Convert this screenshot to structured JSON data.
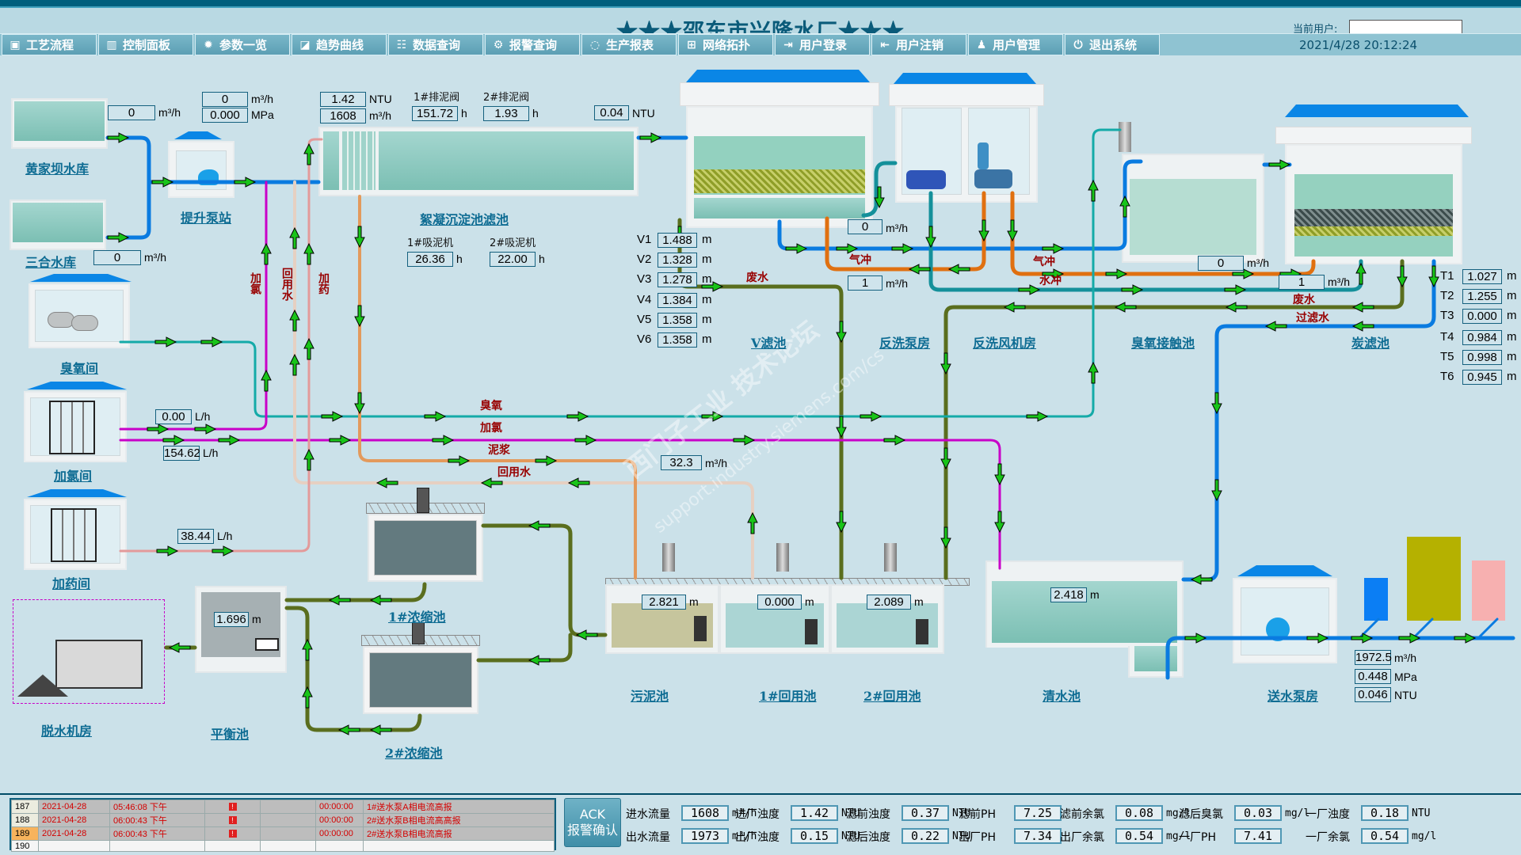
{
  "header": {
    "title": "★★★邵东市兴隆水厂★★★",
    "current_user_label": "当前用户:",
    "current_user_value": "",
    "datetime": "2021/4/28 20:12:24"
  },
  "nav": [
    {
      "label": "工艺流程",
      "icon": "image-icon"
    },
    {
      "label": "控制面板",
      "icon": "panel-icon"
    },
    {
      "label": "参数一览",
      "icon": "gear-icon"
    },
    {
      "label": "趋势曲线",
      "icon": "chart-icon"
    },
    {
      "label": "数据查询",
      "icon": "database-icon"
    },
    {
      "label": "报警查询",
      "icon": "alarm-icon"
    },
    {
      "label": "生产报表",
      "icon": "report-icon"
    },
    {
      "label": "网络拓扑",
      "icon": "network-icon"
    },
    {
      "label": "用户登录",
      "icon": "login-icon"
    },
    {
      "label": "用户注销",
      "icon": "logout-icon"
    },
    {
      "label": "用户管理",
      "icon": "user-manage-icon"
    },
    {
      "label": "退出系统",
      "icon": "power-icon"
    }
  ],
  "stations": {
    "huangjiaba": {
      "name": "黄家坝水库",
      "flow": "0",
      "flow_unit": "m³/h"
    },
    "sanhe": {
      "name": "三合水库",
      "flow": "0",
      "flow_unit": "m³/h"
    },
    "lift_pump": {
      "name": "提升泵站",
      "flow": "0",
      "flow_unit": "m³/h",
      "pressure": "0.000",
      "pressure_unit": "MPa"
    },
    "sedimentation": {
      "name": "絮凝沉淀池滤池",
      "turbidity": "1.42",
      "turbidity_unit": "NTU",
      "flow": "1608",
      "flow_unit": "m³/h",
      "valve1_label": "1#排泥阀",
      "valve1_hours": "151.72",
      "valve2_label": "2#排泥阀",
      "valve2_hours": "1.93",
      "suction1_label": "1#吸泥机",
      "suction1_hours": "26.36",
      "suction2_label": "2#吸泥机",
      "suction2_hours": "22.00",
      "hour_unit": "h",
      "out_turbidity": "0.04"
    },
    "v_filter": {
      "name": "V滤池",
      "levels": [
        {
          "label": "V1",
          "value": "1.488"
        },
        {
          "label": "V2",
          "value": "1.328"
        },
        {
          "label": "V3",
          "value": "1.278"
        },
        {
          "label": "V4",
          "value": "1.384"
        },
        {
          "label": "V5",
          "value": "1.358"
        },
        {
          "label": "V6",
          "value": "1.358"
        }
      ],
      "unit": "m"
    },
    "backwash_pump": {
      "name": "反洗泵房",
      "flow": "0",
      "flow_unit": "m³/h",
      "air_flow": "1",
      "air_flow_unit": "m³/h"
    },
    "backwash_blower": {
      "name": "反洗风机房"
    },
    "ozone_contact": {
      "name": "臭氧接触池",
      "flow": "0",
      "flow_unit": "m³/h"
    },
    "carbon_filter": {
      "name": "炭滤池",
      "flow": "1",
      "flow_unit": "m³/h",
      "levels": [
        {
          "label": "T1",
          "value": "1.027"
        },
        {
          "label": "T2",
          "value": "1.255"
        },
        {
          "label": "T3",
          "value": "0.000"
        },
        {
          "label": "T4",
          "value": "0.984"
        },
        {
          "label": "T5",
          "value": "0.998"
        },
        {
          "label": "T6",
          "value": "0.945"
        }
      ],
      "unit": "m"
    },
    "ozone_room": {
      "name": "臭氧间"
    },
    "chlorine_room": {
      "name": "加氯间",
      "flow1": "0.00",
      "flow2": "154.62",
      "unit": "L/h"
    },
    "dosing_room": {
      "name": "加药间",
      "flow": "38.44",
      "unit": "L/h"
    },
    "sludge_pump": {
      "flow": "32.3",
      "flow_unit": "m³/h"
    },
    "thickener1": {
      "name": "1#浓缩池"
    },
    "thickener2": {
      "name": "2#浓缩池"
    },
    "balance": {
      "name": "平衡池",
      "level": "1.696",
      "unit": "m"
    },
    "dewatering": {
      "name": "脱水机房"
    },
    "sludge_pool": {
      "name": "污泥池",
      "level": "2.821",
      "unit": "m"
    },
    "reuse1": {
      "name": "1#回用池",
      "level": "0.000",
      "unit": "m"
    },
    "reuse2": {
      "name": "2#回用池",
      "level": "2.089",
      "unit": "m"
    },
    "clear_water": {
      "name": "清水池",
      "level": "2.418",
      "unit": "m"
    },
    "supply_pump": {
      "name": "送水泵房",
      "flow": "1972.5",
      "flow_unit": "m³/h",
      "pressure": "0.448",
      "pressure_unit": "MPa",
      "turbidity": "0.046",
      "turbidity_unit": "NTU"
    }
  },
  "pipe_labels": {
    "ozone": "臭氧",
    "chlorine": "加氯",
    "sludge": "泥浆",
    "reuse_water": "回用水",
    "dosing": "加药",
    "waste_water": "废水",
    "filtered_water": "过滤水",
    "air_wash": "气冲",
    "water_wash": "水冲"
  },
  "alarms": [
    {
      "id": "187",
      "date": "2021-04-28",
      "time": "05:46:08 下午",
      "duration": "00:00:00",
      "message": "1#送水泵A相电流高报",
      "selected": false
    },
    {
      "id": "188",
      "date": "2021-04-28",
      "time": "06:00:43 下午",
      "duration": "00:00:00",
      "message": "2#送水泵B相电流高高报",
      "selected": false
    },
    {
      "id": "189",
      "date": "2021-04-28",
      "time": "06:00:43 下午",
      "duration": "00:00:00",
      "message": "2#送水泵B相电流高报",
      "selected": true
    },
    {
      "id": "190",
      "date": "",
      "time": "",
      "duration": "",
      "message": "",
      "selected": false
    }
  ],
  "ack_button": {
    "line1": "ACK",
    "line2": "报警确认"
  },
  "summary": {
    "row1": [
      {
        "label": "进水流量",
        "value": "1608",
        "unit": "m³/h"
      },
      {
        "label": "进厂浊度",
        "value": "1.42",
        "unit": "NTU"
      },
      {
        "label": "滤前浊度",
        "value": "0.37",
        "unit": "NTU"
      },
      {
        "label": "滤前PH",
        "value": "7.25",
        "unit": ""
      },
      {
        "label": "滤前余氯",
        "value": "0.08",
        "unit": "mg/l"
      },
      {
        "label": "滤后臭氯",
        "value": "0.03",
        "unit": "mg/l"
      },
      {
        "label": "一厂浊度",
        "value": "0.18",
        "unit": "NTU"
      }
    ],
    "row2": [
      {
        "label": "出水流量",
        "value": "1973",
        "unit": "m³/h"
      },
      {
        "label": "出厂浊度",
        "value": "0.15",
        "unit": "NTU"
      },
      {
        "label": "滤后浊度",
        "value": "0.22",
        "unit": "NTU"
      },
      {
        "label": "出厂PH",
        "value": "7.34",
        "unit": ""
      },
      {
        "label": "出厂余氯",
        "value": "0.54",
        "unit": "mg/l"
      },
      {
        "label": "一厂PH",
        "value": "7.41",
        "unit": ""
      },
      {
        "label": "一厂余氯",
        "value": "0.54",
        "unit": "mg/l"
      }
    ]
  },
  "watermark": {
    "line1": "西门子工业 技术论坛",
    "line2": "support.industry.siemens.com/cs"
  },
  "colors": {
    "raw_water_pipe": "#0a7be0",
    "ozone_pipe": "#14aaa8",
    "chlorine_pipe": "#c800c8",
    "sludge_pipe": "#e39a5c",
    "reuse_pipe": "#e6d0c2",
    "dosing_pipe": "#e39a9a",
    "waste_pipe": "#5a6e1e",
    "air_pipe": "#e07010",
    "flow_arrow": "#19c419",
    "label_red": "#980000",
    "label_blue": "#0e6c93"
  }
}
